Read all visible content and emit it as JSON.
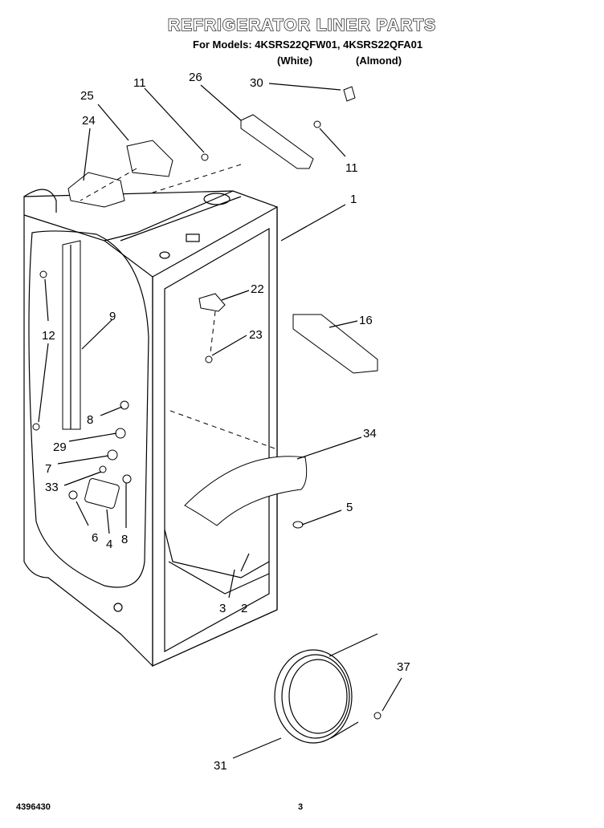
{
  "header": {
    "title": "REFRIGERATOR LINER PARTS",
    "models_line": "For Models: 4KSRS22QFW01, 4KSRS22QFA01",
    "variant_white": "(White)",
    "variant_almond": "(Almond)"
  },
  "footer": {
    "doc_number": "4396430",
    "page_number": "3"
  },
  "callouts": [
    "1",
    "2",
    "3",
    "4",
    "5",
    "6",
    "7",
    "8",
    "8",
    "9",
    "11",
    "11",
    "12",
    "16",
    "22",
    "23",
    "24",
    "25",
    "26",
    "29",
    "30",
    "31",
    "33",
    "34",
    "37"
  ]
}
